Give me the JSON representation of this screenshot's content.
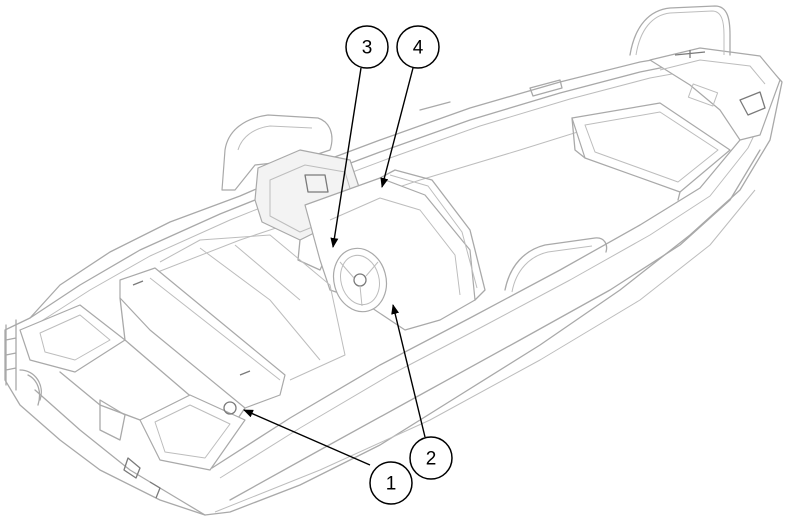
{
  "callouts": [
    {
      "label": "1"
    },
    {
      "label": "2"
    },
    {
      "label": "3"
    },
    {
      "label": "4"
    }
  ],
  "colors": {
    "outline": "#a9a9a9",
    "callout": "#000000",
    "background": "#ffffff"
  }
}
